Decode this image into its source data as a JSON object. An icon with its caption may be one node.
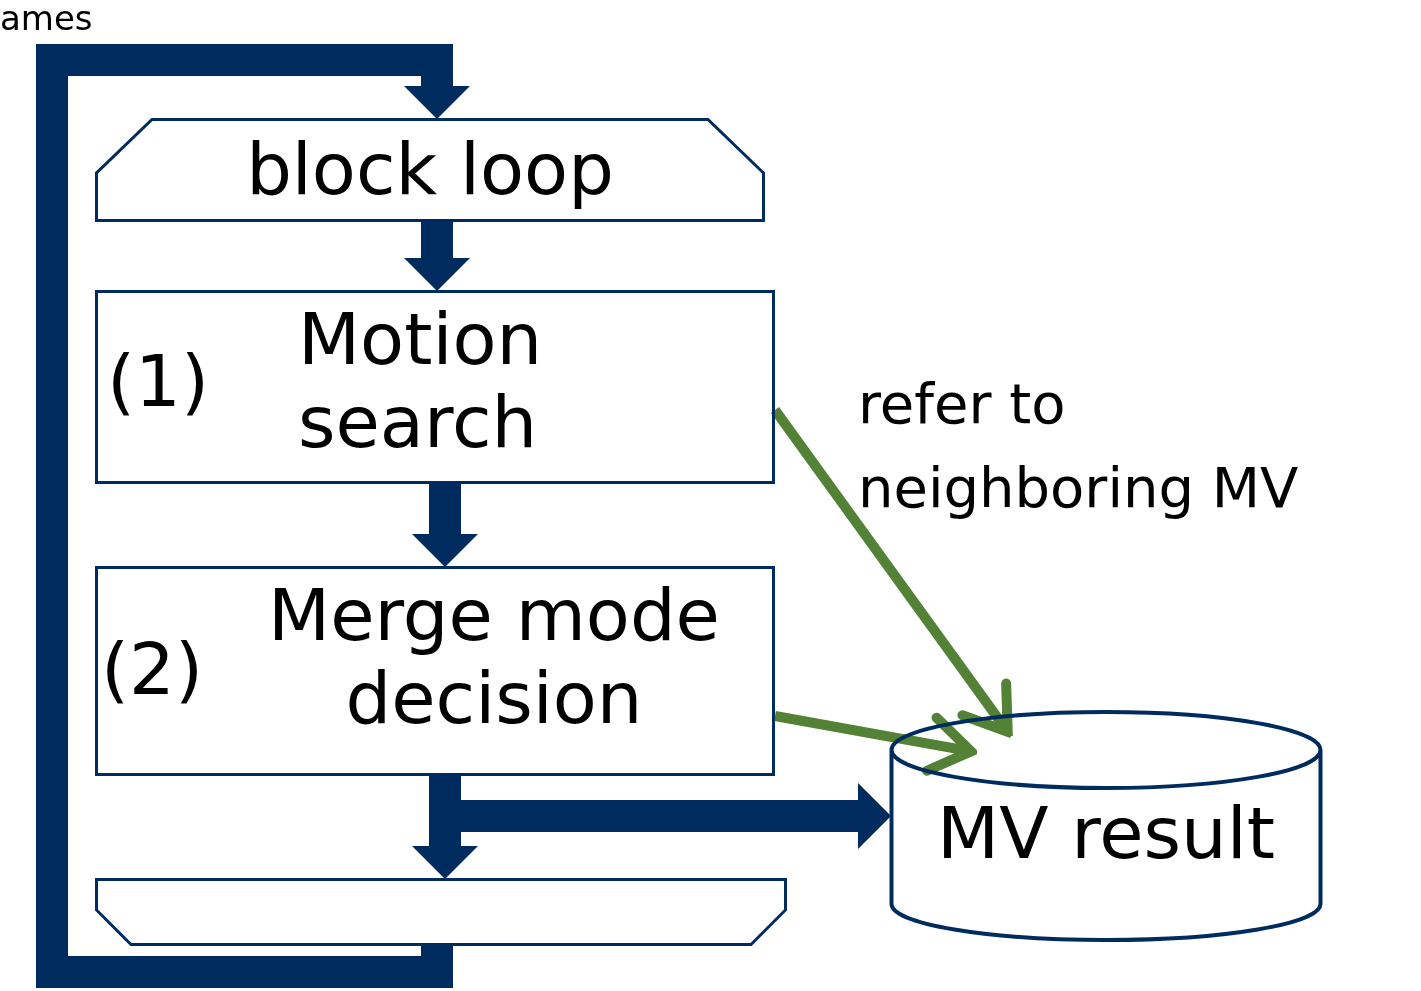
{
  "diagram": {
    "nodes": [
      {
        "text": [
          "block loop"
        ]
      },
      {
        "text": [
          "(1)",
          "Motion search"
        ]
      },
      {
        "text": [
          "(2)",
          "Merge mode decision"
        ]
      },
      {
        "text": [],
        "shape": "box"
      },
      {
        "text": [
          "MV result"
        ]
      }
    ],
    "edges": [
      {
        "from": 3,
        "to": 0,
        "arrow": "to"
      },
      {
        "from": 0,
        "to": 1,
        "arrow": "to"
      },
      {
        "from": 1,
        "to": 2,
        "arrow": "to"
      },
      {
        "from": 2,
        "to": 3,
        "arrow": "to"
      },
      {
        "from": 2,
        "to": 4,
        "arrow": "to"
      },
      {
        "from": 1,
        "to": 4,
        "arrow": "to",
        "label": "refer to neighboring MV",
        "color": "#538135"
      },
      {
        "from": 2,
        "to": 4,
        "arrow": "to",
        "color": "#538135"
      }
    ],
    "labels": [
      "ames"
    ]
  }
}
